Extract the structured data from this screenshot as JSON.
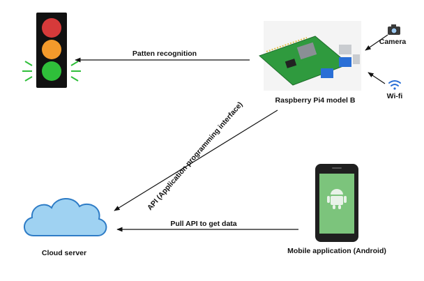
{
  "labels": {
    "pattern": "Patten recognition",
    "raspberry": "Raspberry Pi4 model B",
    "camera": "Camera",
    "wifi": "Wi-fi",
    "api": "API (Application programming interface)",
    "pull": "Pull API to get data",
    "cloud": "Cloud server",
    "mobile": "Mobile application (Android)"
  },
  "icons": {
    "traffic_light": "traffic-light-icon",
    "raspberry_pi": "raspberry-pi-board-icon",
    "camera": "camera-icon",
    "wifi": "wifi-icon",
    "cloud": "cloud-icon",
    "phone": "android-phone-icon"
  },
  "colors": {
    "red_lamp": "#d63a3a",
    "amber_lamp": "#f39a2b",
    "green_lamp": "#2fbf3a",
    "board": "#2f9a3e",
    "cloud": "#9fd2f2",
    "cloud_outline": "#2e7cc6",
    "phone_screen": "#7cc47c",
    "android": "#e8f2e8"
  }
}
